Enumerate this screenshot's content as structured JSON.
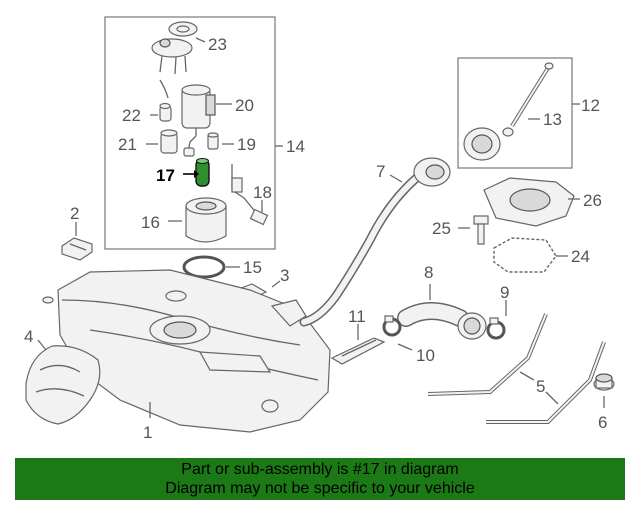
{
  "labels": {
    "l1": "1",
    "l2": "2",
    "l3": "3",
    "l4": "4",
    "l5": "5",
    "l6": "6",
    "l7": "7",
    "l8": "8",
    "l9": "9",
    "l10": "10",
    "l11": "11",
    "l12": "12",
    "l13": "13",
    "l14": "14",
    "l15": "15",
    "l16": "16",
    "l17": "17",
    "l18": "18",
    "l19": "19",
    "l20": "20",
    "l21": "21",
    "l22": "22",
    "l23": "23",
    "l24": "24",
    "l25": "25",
    "l26": "26"
  },
  "highlight_part": "17",
  "colors": {
    "banner": "#1b7a16",
    "highlight": "#2f8f2f",
    "linework": "#666666"
  },
  "banner": {
    "line1": "Part or sub-assembly is #17 in diagram",
    "line2": "Diagram may not be specific to your vehicle"
  }
}
